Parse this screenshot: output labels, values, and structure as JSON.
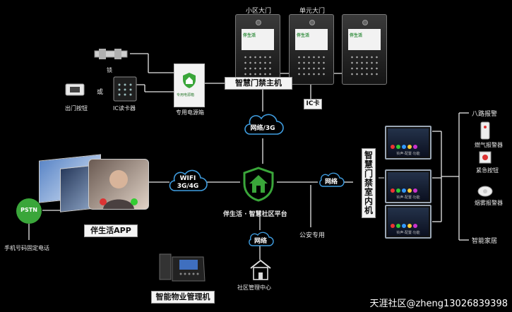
{
  "door_panels": [
    {
      "title": "小区大门",
      "brand": "伴生活"
    },
    {
      "title": "单元大门",
      "brand": "伴生活"
    },
    {
      "title": "",
      "brand": "伴生活"
    }
  ],
  "access_devices": {
    "lock_label": "锁",
    "exit_button_label": "出门按钮",
    "or_label": "或",
    "ic_reader_label": "IC读卡器",
    "controller_label": "专用电源箱",
    "controller_brand": "专用电源箱"
  },
  "main_unit_label": "智慧门禁主机",
  "ic_card_label": "IC卡",
  "cloud_network_top": "网络/3G",
  "cloud_wifi": "WIFI\n3G/4G",
  "cloud_network_right": "网络",
  "cloud_network_bottom": "网络",
  "platform_label": "伴生活 · 智慧社区平台",
  "app_label": "伴生活APP",
  "pstn_label": "PSTN",
  "phone_label": "手机号码固定电话",
  "indoor_unit_label": "智慧门禁室内机",
  "monitors": [
    {
      "text": "铃声·配置·功能"
    },
    {
      "text": "铃声·配置·功能"
    },
    {
      "text": "铃声·配置·功能"
    }
  ],
  "public_use_label": "公安专用",
  "alarm_title": "八路报警",
  "alarms": [
    {
      "label": "燃气报警器"
    },
    {
      "label": "紧急按钮"
    },
    {
      "label": "烟雾报警器"
    }
  ],
  "smart_home_label": "智能家居",
  "community_center_label": "社区管理中心",
  "management_phone_label": "智能物业管理机",
  "watermark": "天涯社区@zheng13026839398",
  "colors": {
    "accent": "#3f9de0",
    "shield": "#3aa63a",
    "background": "#000000"
  }
}
